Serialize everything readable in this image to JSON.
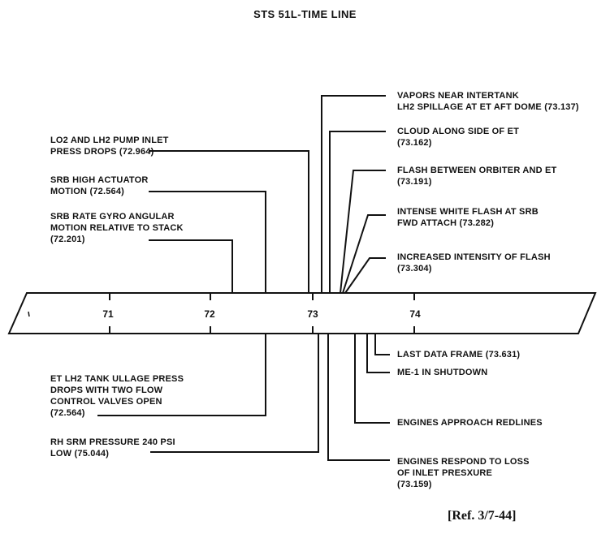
{
  "title": "STS 51L-TIME LINE",
  "axis": {
    "ticks": [
      "71",
      "72",
      "73",
      "74"
    ]
  },
  "events_above_left": [
    {
      "id": "lo2-lh2",
      "lines": [
        "LO2 AND LH2 PUMP INLET",
        "PRESS DROPS (72.964)"
      ]
    },
    {
      "id": "srb-actuator",
      "lines": [
        "SRB HIGH ACTUATOR",
        "MOTION (72.564)"
      ]
    },
    {
      "id": "srb-gyro",
      "lines": [
        "SRB RATE GYRO ANGULAR",
        "MOTION RELATIVE TO STACK",
        "(72.201)"
      ]
    }
  ],
  "events_above_right": [
    {
      "id": "vapors",
      "lines": [
        "VAPORS NEAR INTERTANK",
        "LH2 SPILLAGE AT ET AFT DOME (73.137)"
      ]
    },
    {
      "id": "cloud",
      "lines": [
        "CLOUD ALONG SIDE OF ET",
        "(73.162)"
      ]
    },
    {
      "id": "flash",
      "lines": [
        "FLASH BETWEEN ORBITER AND ET",
        "(73.191)"
      ]
    },
    {
      "id": "white-flash",
      "lines": [
        "INTENSE WHITE FLASH AT SRB",
        "FWD ATTACH   (73.282)"
      ]
    },
    {
      "id": "increased",
      "lines": [
        "INCREASED INTENSITY OF FLASH",
        "(73.304)"
      ]
    }
  ],
  "events_below_left": [
    {
      "id": "et-lh2",
      "lines": [
        "ET LH2 TANK ULLAGE PRESS",
        "DROPS WITH TWO FLOW",
        "CONTROL VALVES OPEN",
        "(72.564)"
      ]
    },
    {
      "id": "rh-srm",
      "lines": [
        "RH SRM PRESSURE 240 PSI",
        "LOW (75.044)"
      ]
    }
  ],
  "events_below_right": [
    {
      "id": "last-frame",
      "lines": [
        "LAST DATA FRAME (73.631)"
      ]
    },
    {
      "id": "me1",
      "lines": [
        "ME-1 IN SHUTDOWN"
      ]
    },
    {
      "id": "redlines",
      "lines": [
        "ENGINES APPROACH REDLINES"
      ]
    },
    {
      "id": "respond",
      "lines": [
        "ENGINES RESPOND TO LOSS",
        "OF INLET PRESXURE",
        "(73.159)"
      ]
    }
  ],
  "reference": "[Ref. 3/7-44]"
}
